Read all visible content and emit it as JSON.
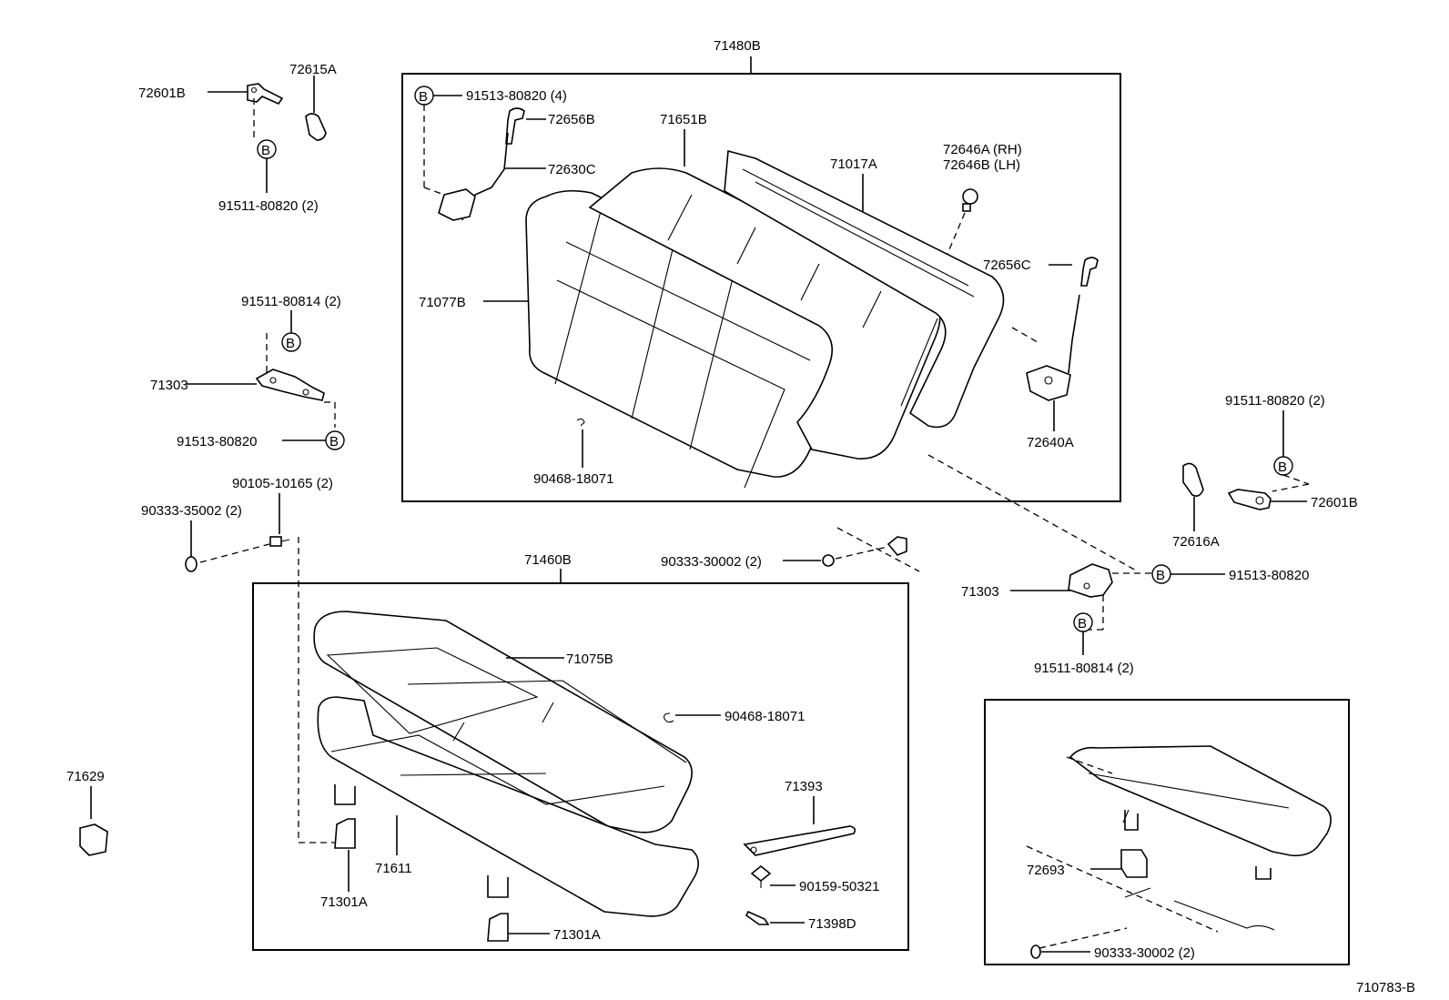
{
  "diagram_id": "710783-B",
  "groups": {
    "back": "71480B",
    "cushion": "71460B"
  },
  "callouts": {
    "c72601B_top": "72601B",
    "c72615A": "72615A",
    "c91511_80820_top": "91511-80820 (2)",
    "c91511_80814_left": "91511-80814 (2)",
    "c71303_left": "71303",
    "c91513_80820_left": "91513-80820",
    "c90105": "90105-10165 (2)",
    "c90333_35002": "90333-35002 (2)",
    "c71629": "71629",
    "c91513_80820_4": "91513-80820 (4)",
    "c72656B": "72656B",
    "c72630C": "72630C",
    "c71651B": "71651B",
    "c71017A": "71017A",
    "c72646A": "72646A (RH)",
    "c72646B": "72646B (LH)",
    "c72656C": "72656C",
    "c71077B": "71077B",
    "c72640A": "72640A",
    "c90468_back": "90468-18071",
    "c91511_80820_right": "91511-80820 (2)",
    "c72616A": "72616A",
    "c72601B_right": "72601B",
    "c90333_30002_mid": "90333-30002 (2)",
    "c71303_right": "71303",
    "c91513_80820_right": "91513-80820",
    "c91511_80814_right": "91511-80814 (2)",
    "c71075B": "71075B",
    "c90468_cushion": "90468-18071",
    "c71393": "71393",
    "c90159": "90159-50321",
    "c71398D": "71398D",
    "c71611": "71611",
    "c71301A_a": "71301A",
    "c71301A_b": "71301A",
    "c72693": "72693",
    "c90333_30002_inset": "90333-30002 (2)"
  },
  "bolt_symbol": "B"
}
